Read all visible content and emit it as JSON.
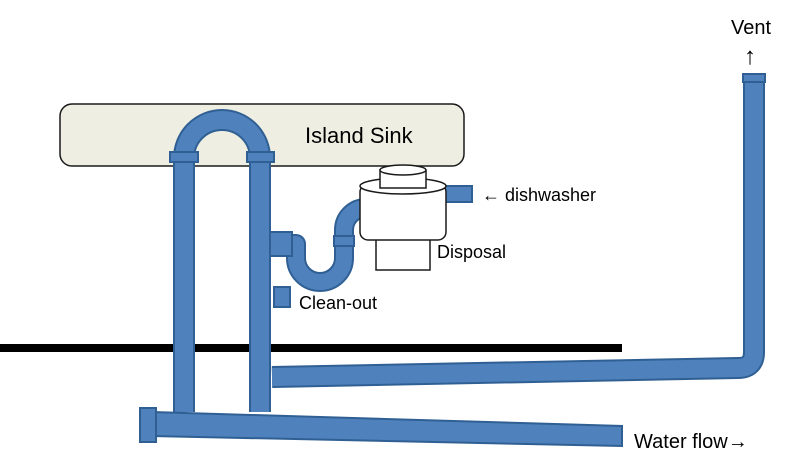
{
  "labels": {
    "island_sink": "Island Sink",
    "disposal": "Disposal",
    "dishwasher": "← dishwasher",
    "clean_out": "Clean-out",
    "vent": "Vent",
    "vent_arrow": "↑",
    "water_flow": "Water flow→"
  },
  "colors": {
    "pipe_fill": "#4f81bd",
    "pipe_stroke": "#2f5f93",
    "sink_fill": "#eeeee2",
    "floor_line": "#000000"
  }
}
